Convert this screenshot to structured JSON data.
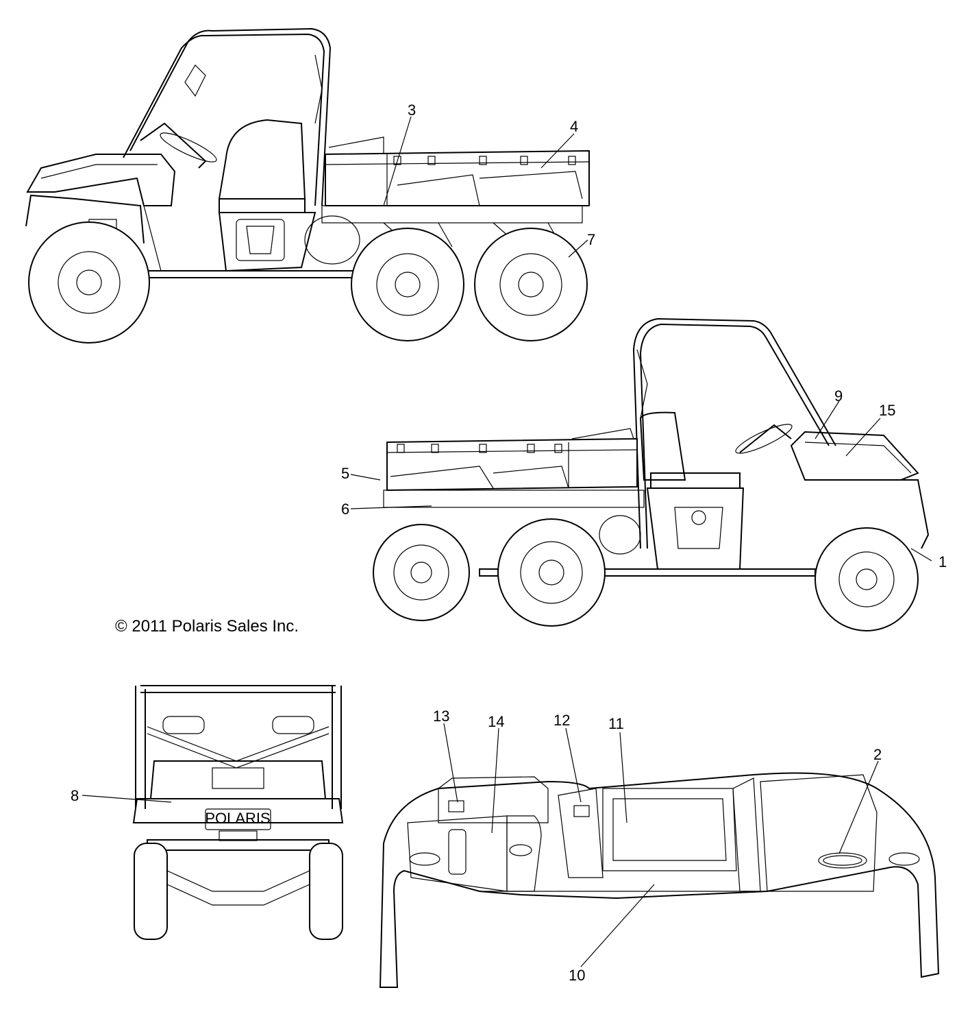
{
  "copyright": "© 2011 Polaris Sales Inc.",
  "callouts": [
    {
      "id": "c1",
      "label": "1"
    },
    {
      "id": "c2",
      "label": "2"
    },
    {
      "id": "c3",
      "label": "3"
    },
    {
      "id": "c4",
      "label": "4"
    },
    {
      "id": "c5",
      "label": "5"
    },
    {
      "id": "c6",
      "label": "6"
    },
    {
      "id": "c7",
      "label": "7"
    },
    {
      "id": "c8",
      "label": "8"
    },
    {
      "id": "c9",
      "label": "9"
    },
    {
      "id": "c10",
      "label": "10"
    },
    {
      "id": "c11",
      "label": "11"
    },
    {
      "id": "c12",
      "label": "12"
    },
    {
      "id": "c13",
      "label": "13"
    },
    {
      "id": "c14",
      "label": "14"
    },
    {
      "id": "c15",
      "label": "15"
    }
  ],
  "grille_text": "POLARIS"
}
